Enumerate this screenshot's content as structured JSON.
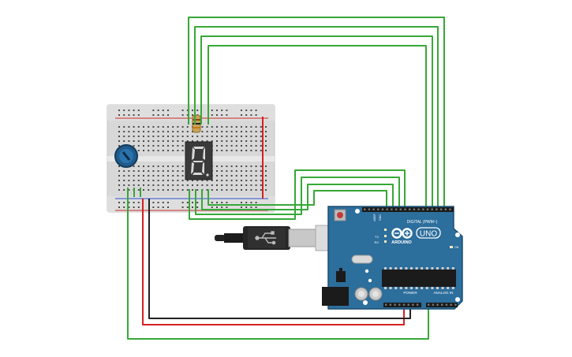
{
  "colors": {
    "background": "#ffffff",
    "wire_signal": "#37a837",
    "wire_power": "#d42020",
    "wire_ground": "#222222",
    "breadboard": "#d8d8d8",
    "board": "#2c6e9c",
    "rail_red": "#cc2b2b",
    "rail_blue": "#2b4ecc",
    "display_body": "#3a3a3a",
    "segment_lit": "#d8d8d8",
    "potentiometer": "#1f5a8a"
  },
  "seven_segment": {
    "digit": "8."
  },
  "arduino": {
    "brand": "ARDUINO",
    "model": "UNO",
    "digital_label": "DIGITAL (PWM~)",
    "power_label": "POWER",
    "analog_label": "ANALOG IN",
    "aref_label": "AREF",
    "gnd_label": "GND",
    "tx_label": "TX",
    "rx_label": "RX",
    "on_label": "ON"
  },
  "icons": {
    "usb_cable": "usb-plug-icon",
    "reset": "reset-button-icon",
    "potentiometer": "potentiometer-icon",
    "resistor": "resistor-icon"
  }
}
